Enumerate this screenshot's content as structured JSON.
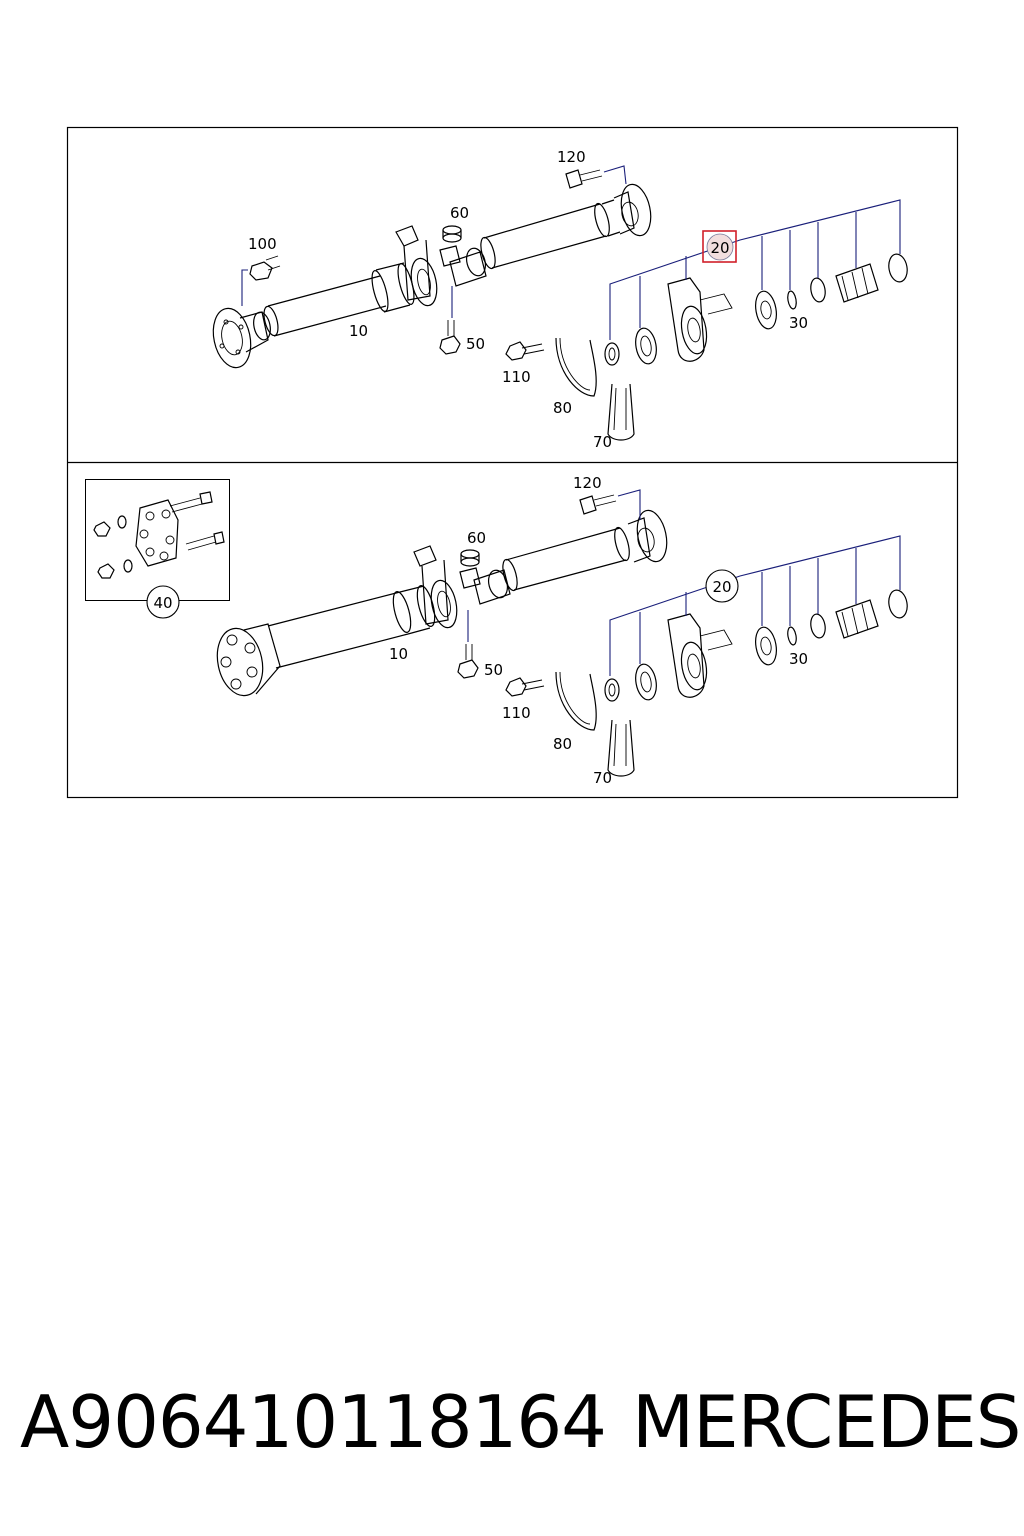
{
  "caption": {
    "part_number": "A906410118164",
    "brand": "MERCEDES"
  },
  "colors": {
    "highlight": "#d0202a",
    "leader": "#1a1f7a"
  },
  "top_panel": {
    "labels": {
      "l120": "120",
      "l60": "60",
      "l100": "100",
      "l10": "10",
      "l50": "50",
      "l110": "110",
      "l80": "80",
      "l70": "70",
      "l30": "30",
      "l20": "20"
    },
    "highlighted_callout": "20"
  },
  "bottom_panel": {
    "labels": {
      "l120": "120",
      "l60": "60",
      "l40": "40",
      "l10": "10",
      "l50": "50",
      "l110": "110",
      "l80": "80",
      "l70": "70",
      "l30": "30",
      "l20": "20"
    }
  }
}
